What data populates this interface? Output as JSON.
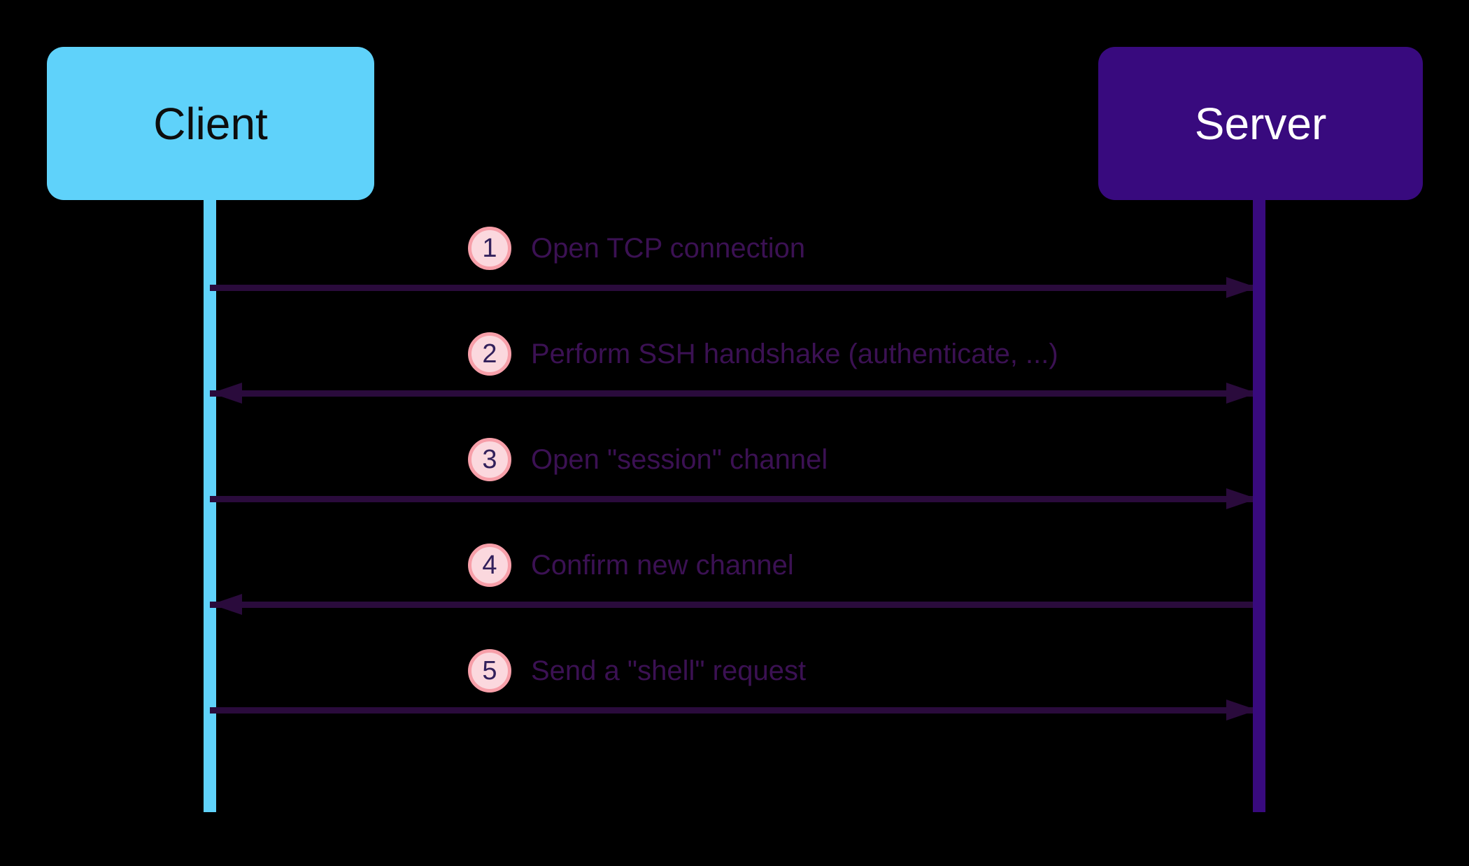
{
  "actors": {
    "client": {
      "label": "Client"
    },
    "server": {
      "label": "Server"
    }
  },
  "messages": [
    {
      "num": "1",
      "label": "Open TCP connection",
      "direction": "right"
    },
    {
      "num": "2",
      "label": "Perform SSH handshake (authenticate, ...)",
      "direction": "both"
    },
    {
      "num": "3",
      "label": "Open \"session\" channel",
      "direction": "right"
    },
    {
      "num": "4",
      "label": "Confirm new channel",
      "direction": "left"
    },
    {
      "num": "5",
      "label": "Send a \"shell\" request",
      "direction": "right"
    }
  ],
  "colors": {
    "background": "#000000",
    "client_fill": "#5FD2FA",
    "client_text": "#0D0D0D",
    "server_fill": "#380A7E",
    "server_text": "#FFFFFF",
    "arrow": "#2A0B3C",
    "message_text": "#3B1153",
    "badge_fill": "#FBD8DE",
    "badge_border": "#F79FA9",
    "badge_text": "#33215C"
  }
}
